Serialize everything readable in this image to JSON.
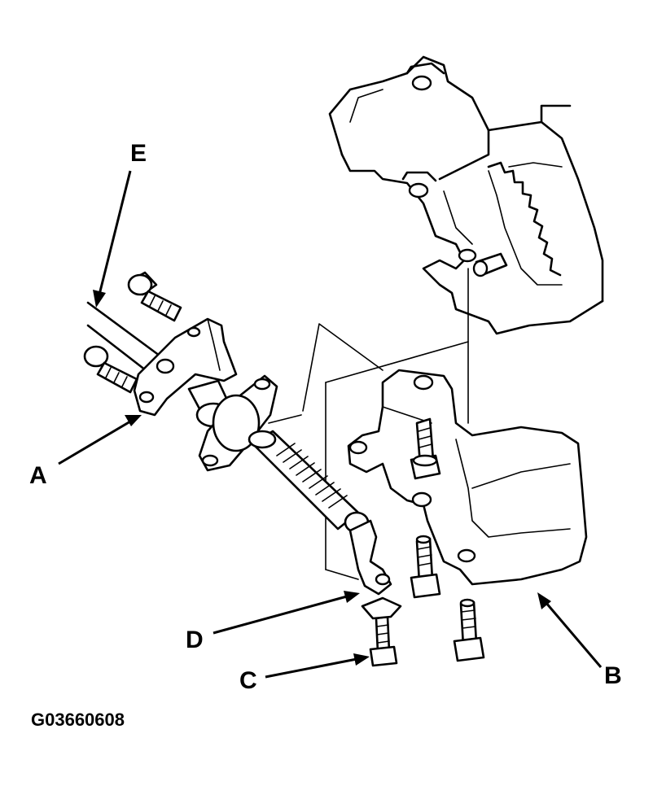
{
  "labels": {
    "a": "A",
    "b": "B",
    "c": "C",
    "d": "D",
    "e": "E"
  },
  "figure_id": "G03660608",
  "colors": {
    "ink": "#000000",
    "paper": "#ffffff"
  }
}
